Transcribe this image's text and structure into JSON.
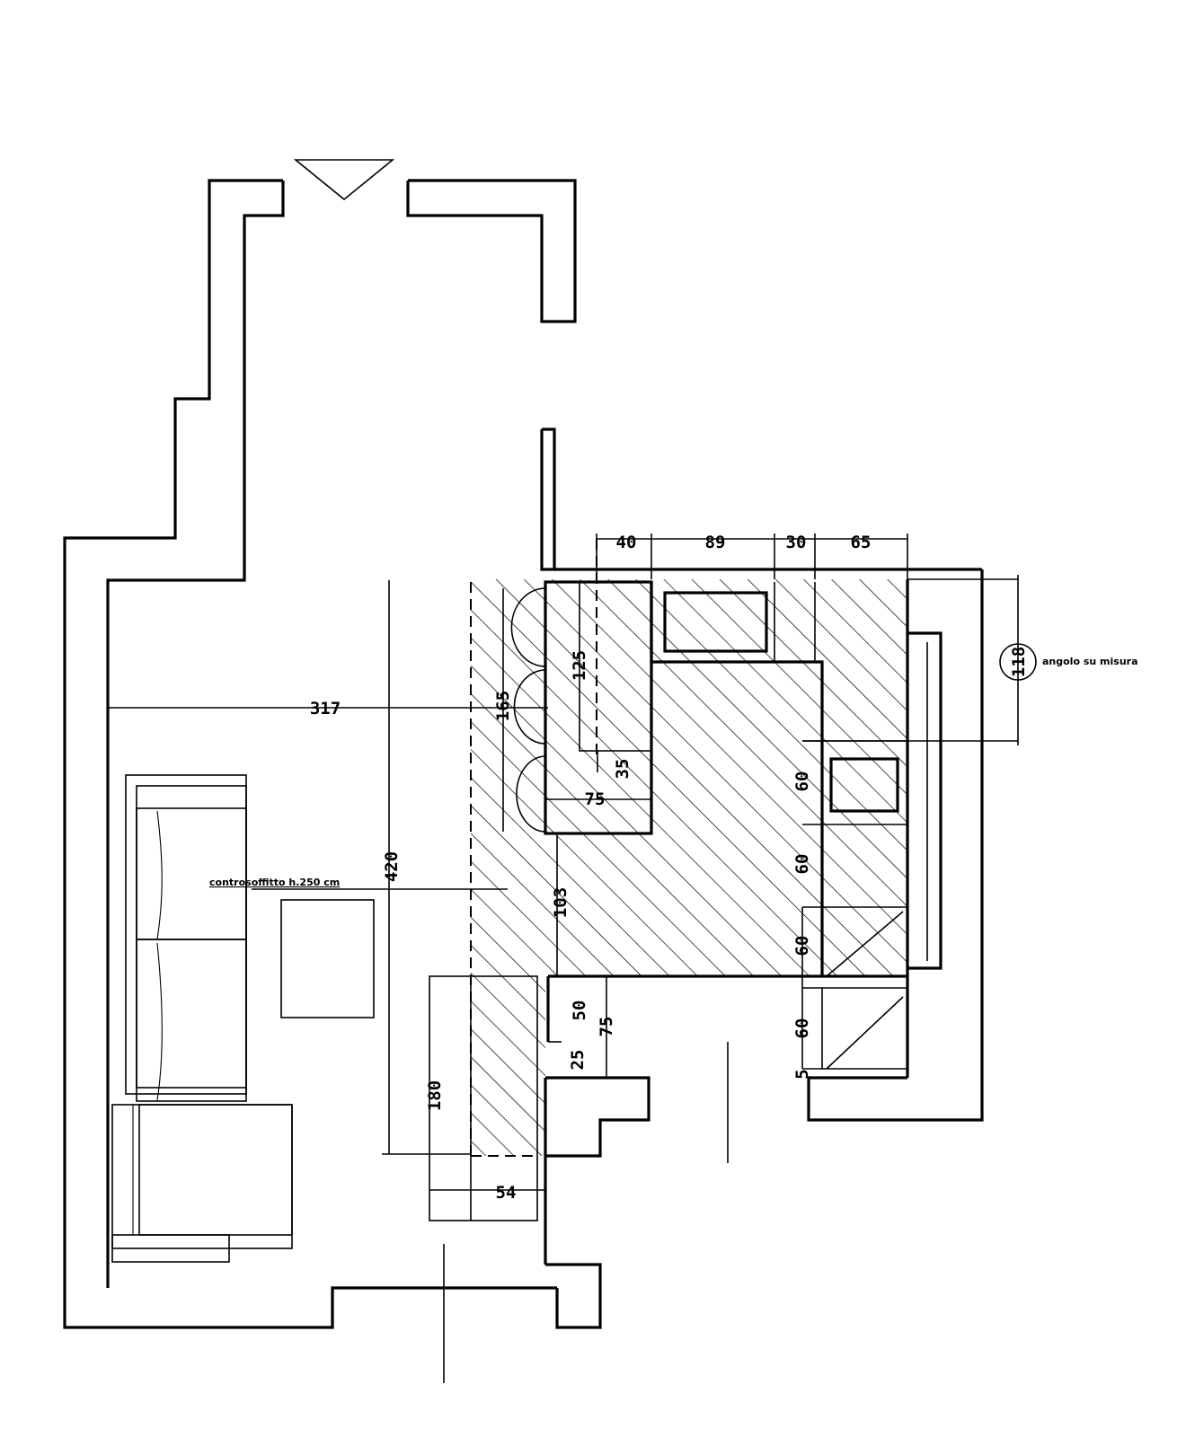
{
  "plan": {
    "annotations": {
      "ceiling_note": "controsoffitto h.250 cm",
      "corner_note": "angolo su misura"
    },
    "dimensions": {
      "top_40": "40",
      "top_89": "89",
      "top_30": "30",
      "top_65": "65",
      "d_317": "317",
      "d_420": "420",
      "d_165": "165",
      "d_125": "125",
      "d_35": "35",
      "d_75_island": "75",
      "d_103": "103",
      "d_180": "180",
      "d_54": "54",
      "d_50": "50",
      "d_75_right": "75",
      "d_25": "25",
      "d_60_a": "60",
      "d_60_b": "60",
      "d_60_c": "60",
      "d_60_d": "60",
      "d_5": "5",
      "d_118": "118"
    }
  }
}
